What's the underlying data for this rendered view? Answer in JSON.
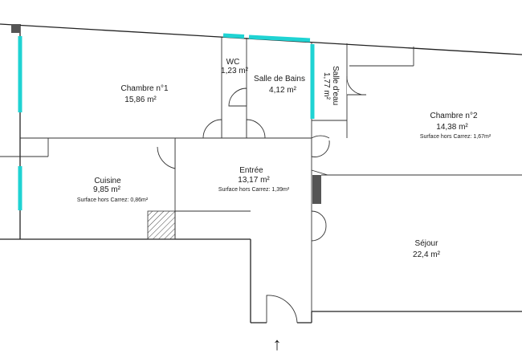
{
  "rooms": {
    "chambre1": {
      "name": "Chambre n°1",
      "area": "15,86  m²"
    },
    "wc": {
      "name": "WC",
      "area": "1,23  m²"
    },
    "sdb": {
      "name": "Salle de Bains",
      "area": "4,12  m²"
    },
    "salle_eau": {
      "name": "Salle d'eau",
      "area": "1,77  m²"
    },
    "chambre2": {
      "name": "Chambre n°2",
      "area": "14,38  m²",
      "note": "Surface hors Carrez: 1,67m²"
    },
    "cuisine": {
      "name": "Cuisine",
      "area": "9,85  m²",
      "note": "Surface hors Carrez: 0,86m²"
    },
    "entree": {
      "name": "Entrée",
      "area": "13,17  m²",
      "note": "Surface hors Carrez: 1,39m²"
    },
    "sejour": {
      "name": "Séjour",
      "area": "22,4  m²"
    }
  },
  "entrance_arrow": "↑",
  "colors": {
    "window": "#1fd3d3",
    "wall": "#222222",
    "column": "#555555"
  }
}
